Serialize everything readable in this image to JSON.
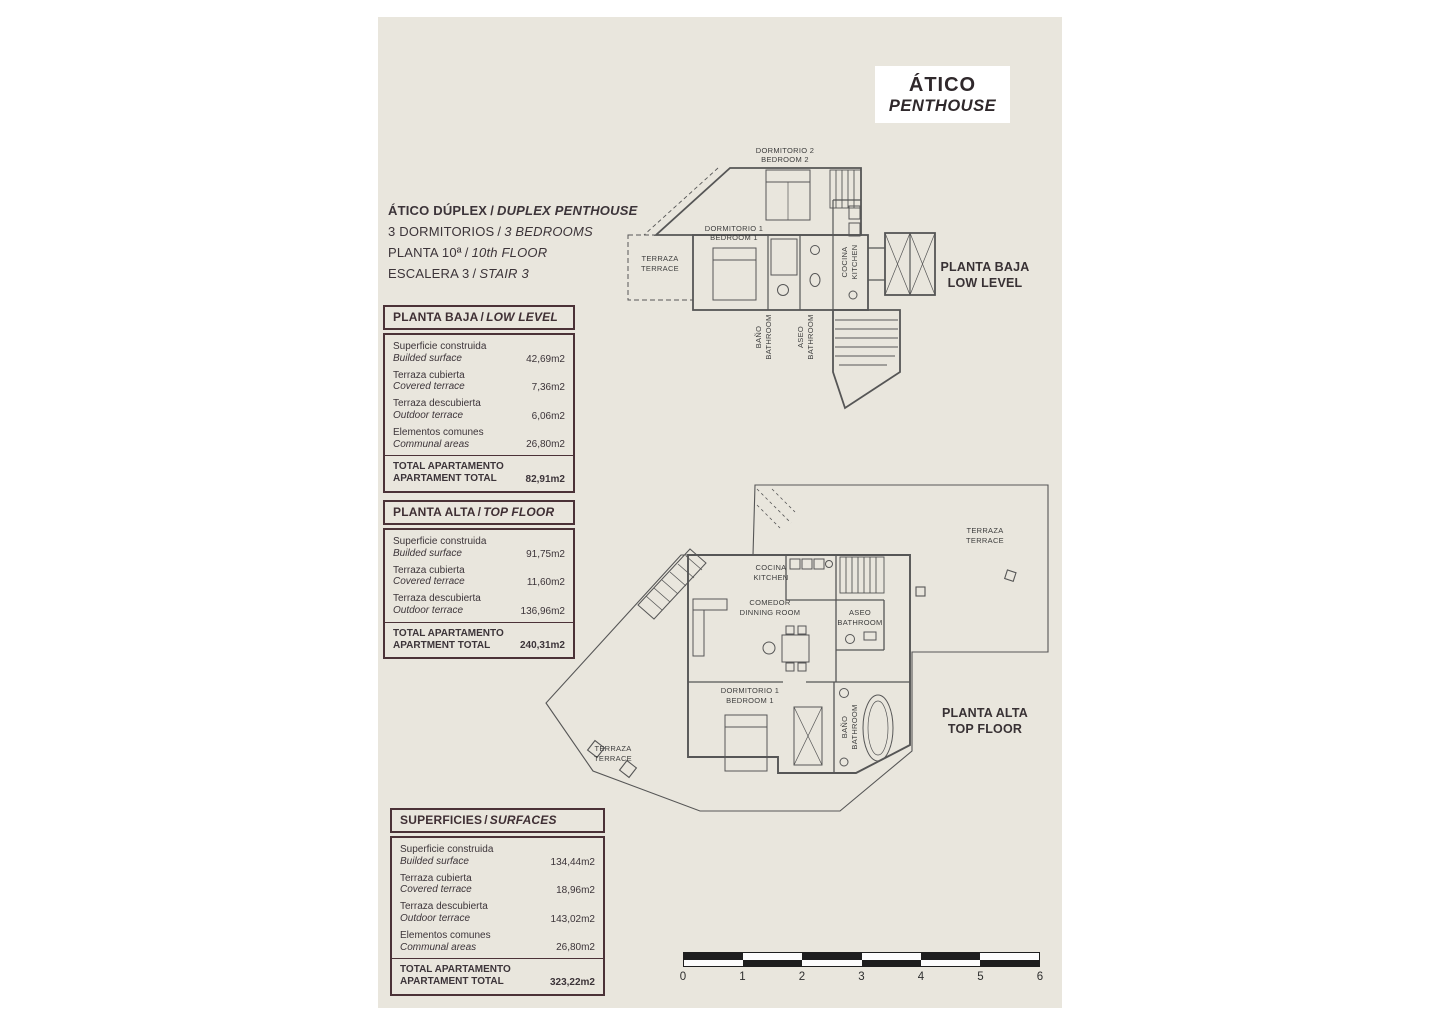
{
  "misc": {
    "slash": "/"
  },
  "colors": {
    "doc_bg": "#e9e6dd",
    "accent": "#4b3237",
    "text": "#3c3439",
    "plan_line": "#565656",
    "scale_dark": "#1e1e1e"
  },
  "title_box": {
    "title": "ÁTICO",
    "subtitle": "PENTHOUSE"
  },
  "info_lines": [
    {
      "es": "ÁTICO DÚPLEX",
      "en": "DUPLEX PENTHOUSE"
    },
    {
      "es": "3 DORMITORIOS",
      "en": "3 BEDROOMS"
    },
    {
      "es": "PLANTA 10ª",
      "en": "10th FLOOR"
    },
    {
      "es": "ESCALERA 3",
      "en": "STAIR 3"
    }
  ],
  "tables": {
    "low": {
      "title_es": "PLANTA BAJA",
      "title_en": "LOW LEVEL",
      "rows": [
        {
          "es": "Superficie construida",
          "en": "Builded surface",
          "value": "42,69m2"
        },
        {
          "es": "Terraza cubierta",
          "en": "Covered terrace",
          "value": "7,36m2"
        },
        {
          "es": "Terraza descubierta",
          "en": "Outdoor terrace",
          "value": "6,06m2"
        },
        {
          "es": "Elementos comunes",
          "en": "Communal areas",
          "value": "26,80m2"
        }
      ],
      "total": {
        "es": "TOTAL APARTAMENTO",
        "en": "APARTAMENT TOTAL",
        "value": "82,91m2"
      }
    },
    "top": {
      "title_es": "PLANTA ALTA",
      "title_en": "TOP FLOOR",
      "rows": [
        {
          "es": "Superficie construida",
          "en": "Builded surface",
          "value": "91,75m2"
        },
        {
          "es": "Terraza cubierta",
          "en": "Covered terrace",
          "value": "11,60m2"
        },
        {
          "es": "Terraza descubierta",
          "en": "Outdoor terrace",
          "value": "136,96m2"
        }
      ],
      "total": {
        "es": "TOTAL APARTAMENTO",
        "en": "APARTMENT TOTAL",
        "value": "240,31m2"
      }
    },
    "surfaces": {
      "title_es": "SUPERFICIES",
      "title_en": "SURFACES",
      "rows": [
        {
          "es": "Superficie construida",
          "en": "Builded surface",
          "value": "134,44m2"
        },
        {
          "es": "Terraza cubierta",
          "en": "Covered terrace",
          "value": "18,96m2"
        },
        {
          "es": "Terraza descubierta",
          "en": "Outdoor terrace",
          "value": "143,02m2"
        },
        {
          "es": "Elementos comunes",
          "en": "Communal areas",
          "value": "26,80m2"
        }
      ],
      "total": {
        "es": "TOTAL APARTAMENTO",
        "en": "APARTAMENT TOTAL",
        "value": "323,22m2"
      }
    }
  },
  "plans": {
    "low": {
      "caption_es": "PLANTA BAJA",
      "caption_en": "LOW LEVEL",
      "rooms": {
        "bedroom2": {
          "es": "DORMITORIO 2",
          "en": "BEDROOM 2"
        },
        "bedroom1": {
          "es": "DORMITORIO 1",
          "en": "BEDROOM 1"
        },
        "terrace": {
          "es": "TERRAZA",
          "en": "TERRACE"
        },
        "kitchen": {
          "es": "COCINA",
          "en": "KITCHEN"
        },
        "bath": {
          "es": "BAÑO",
          "en": "BATHROOM"
        },
        "aseo": {
          "es": "ASEO",
          "en": "BATHROOM"
        }
      }
    },
    "top": {
      "caption_es": "PLANTA ALTA",
      "caption_en": "TOP FLOOR",
      "rooms": {
        "terrace_upper": {
          "es": "TERRAZA",
          "en": "TERRACE"
        },
        "kitchen": {
          "es": "COCINA",
          "en": "KITCHEN"
        },
        "dining": {
          "es": "COMEDOR",
          "en": "DINNING ROOM"
        },
        "aseo": {
          "es": "ASEO",
          "en": "BATHROOM"
        },
        "bedroom1": {
          "es": "DORMITORIO 1",
          "en": "BEDROOM 1"
        },
        "bath": {
          "es": "BAÑO",
          "en": "BATHROOM"
        },
        "terrace_lower": {
          "es": "TERRAZA",
          "en": "TERRACE"
        }
      }
    }
  },
  "scale_bar": {
    "ticks": [
      "0",
      "1",
      "2",
      "3",
      "4",
      "5",
      "6"
    ]
  }
}
